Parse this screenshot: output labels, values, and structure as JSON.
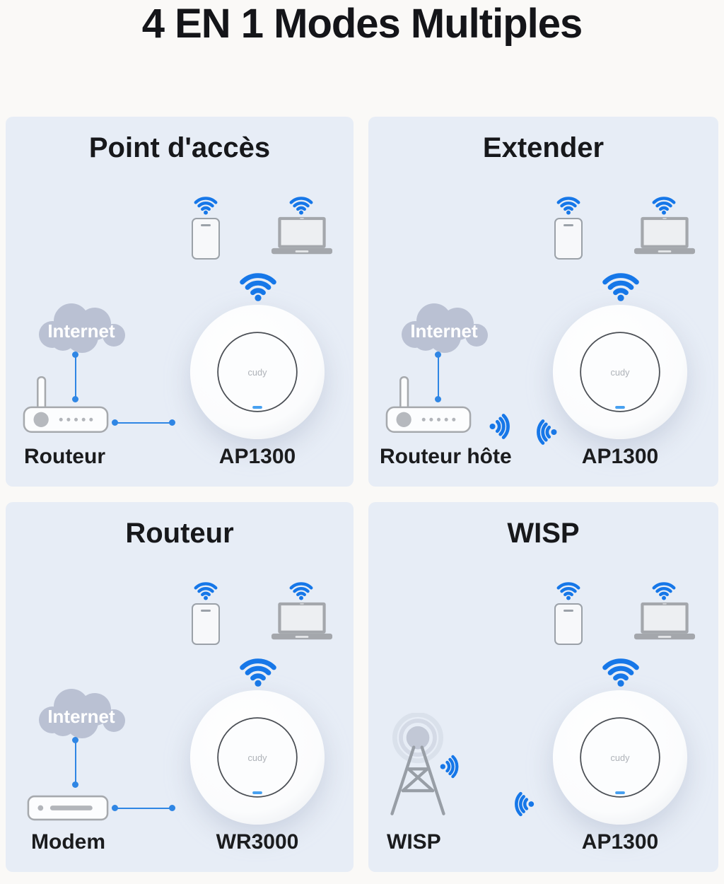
{
  "page": {
    "title": "4 EN 1 Modes Multiples"
  },
  "device": {
    "logo": "cudy"
  },
  "colors": {
    "page_bg": "#faf9f7",
    "panel_bg": "#e7edf6",
    "wifi_blue": "#1677e8",
    "connector_blue": "#2f86e4",
    "cloud_gray": "#bac1d3",
    "title_color": "#141519",
    "led_blue": "#47a0f0"
  },
  "panels": [
    {
      "title": "Point d'accès",
      "cloud_label": "Internet",
      "source_label": "Routeur",
      "device_label": "AP1300",
      "connection": "wired"
    },
    {
      "title": "Extender",
      "cloud_label": "Internet",
      "source_label": "Routeur hôte",
      "device_label": "AP1300",
      "connection": "wireless"
    },
    {
      "title": "Routeur",
      "cloud_label": "Internet",
      "source_label": "Modem",
      "device_label": "WR3000",
      "connection": "wired"
    },
    {
      "title": "WISP",
      "source_label": "WISP",
      "device_label": "AP1300",
      "connection": "wireless"
    }
  ]
}
